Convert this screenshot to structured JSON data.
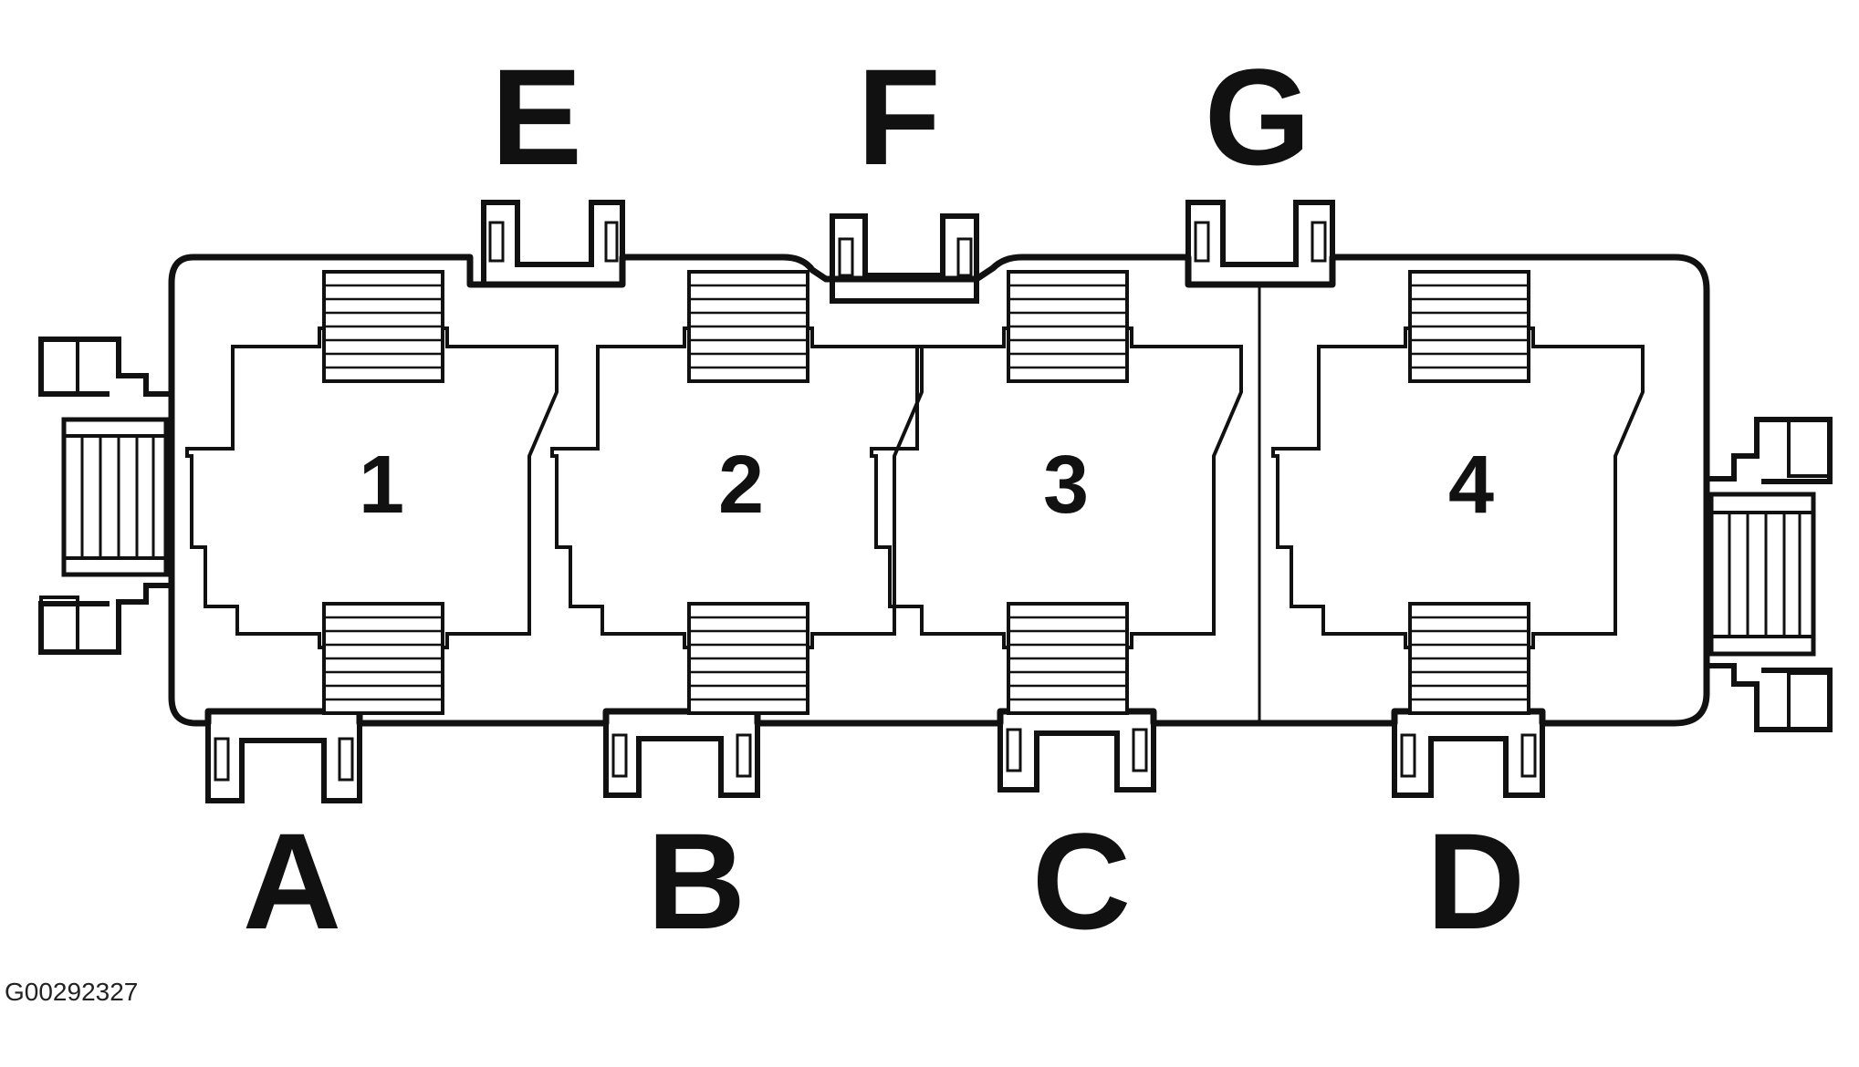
{
  "diagram": {
    "top_labels": [
      "E",
      "F",
      "G"
    ],
    "bottom_labels": [
      "A",
      "B",
      "C",
      "D"
    ],
    "relay_numbers": [
      "1",
      "2",
      "3",
      "4"
    ],
    "figure_code": "G00292327"
  }
}
